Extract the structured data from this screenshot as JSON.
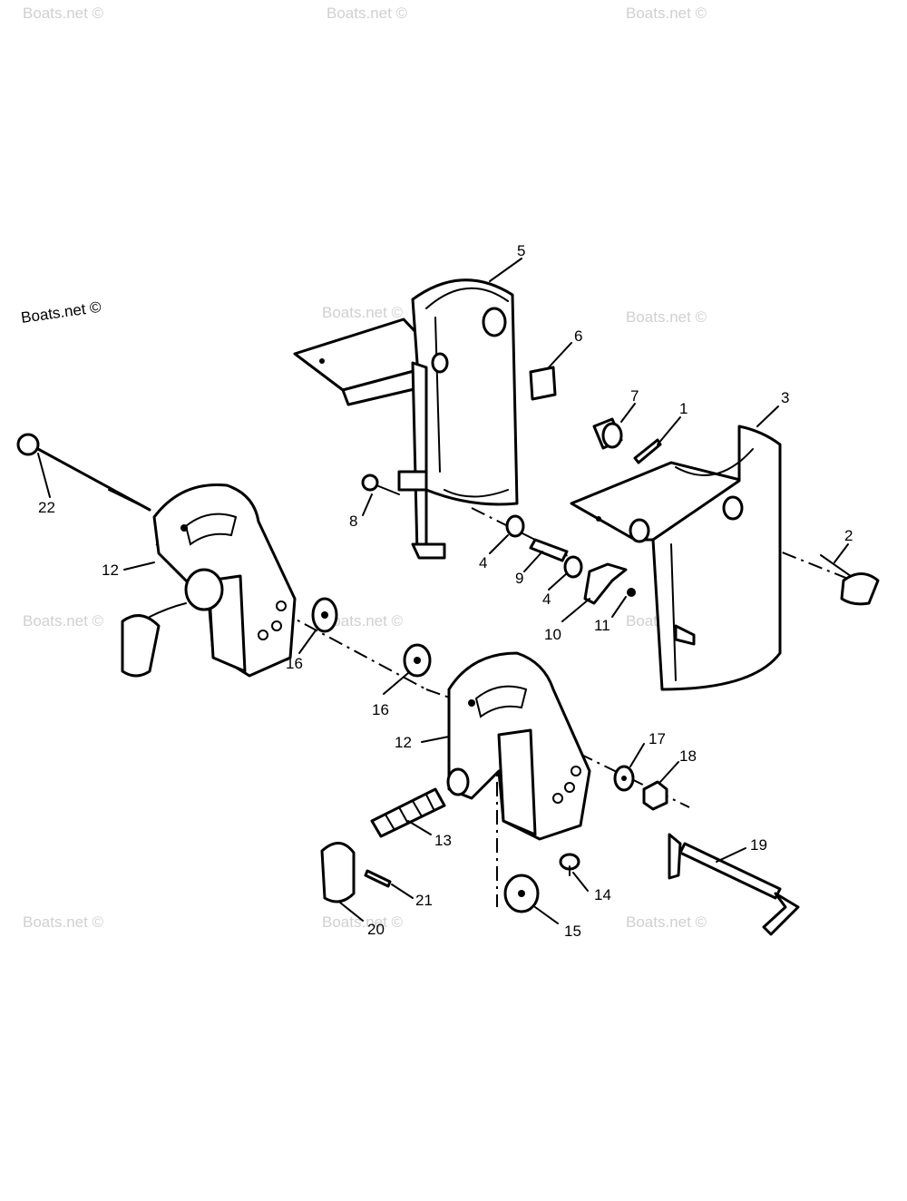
{
  "watermark": {
    "main_text": "Boats.net ©",
    "faint_text": "Boats.net ©"
  },
  "callouts": [
    "1",
    "2",
    "3",
    "4",
    "4",
    "5",
    "6",
    "7",
    "8",
    "9",
    "10",
    "11",
    "12",
    "12",
    "13",
    "14",
    "15",
    "16",
    "16",
    "17",
    "18",
    "19",
    "20",
    "21",
    "22"
  ],
  "colors": {
    "line": "#000000",
    "background": "#ffffff",
    "watermark": "#d0d0d0"
  }
}
